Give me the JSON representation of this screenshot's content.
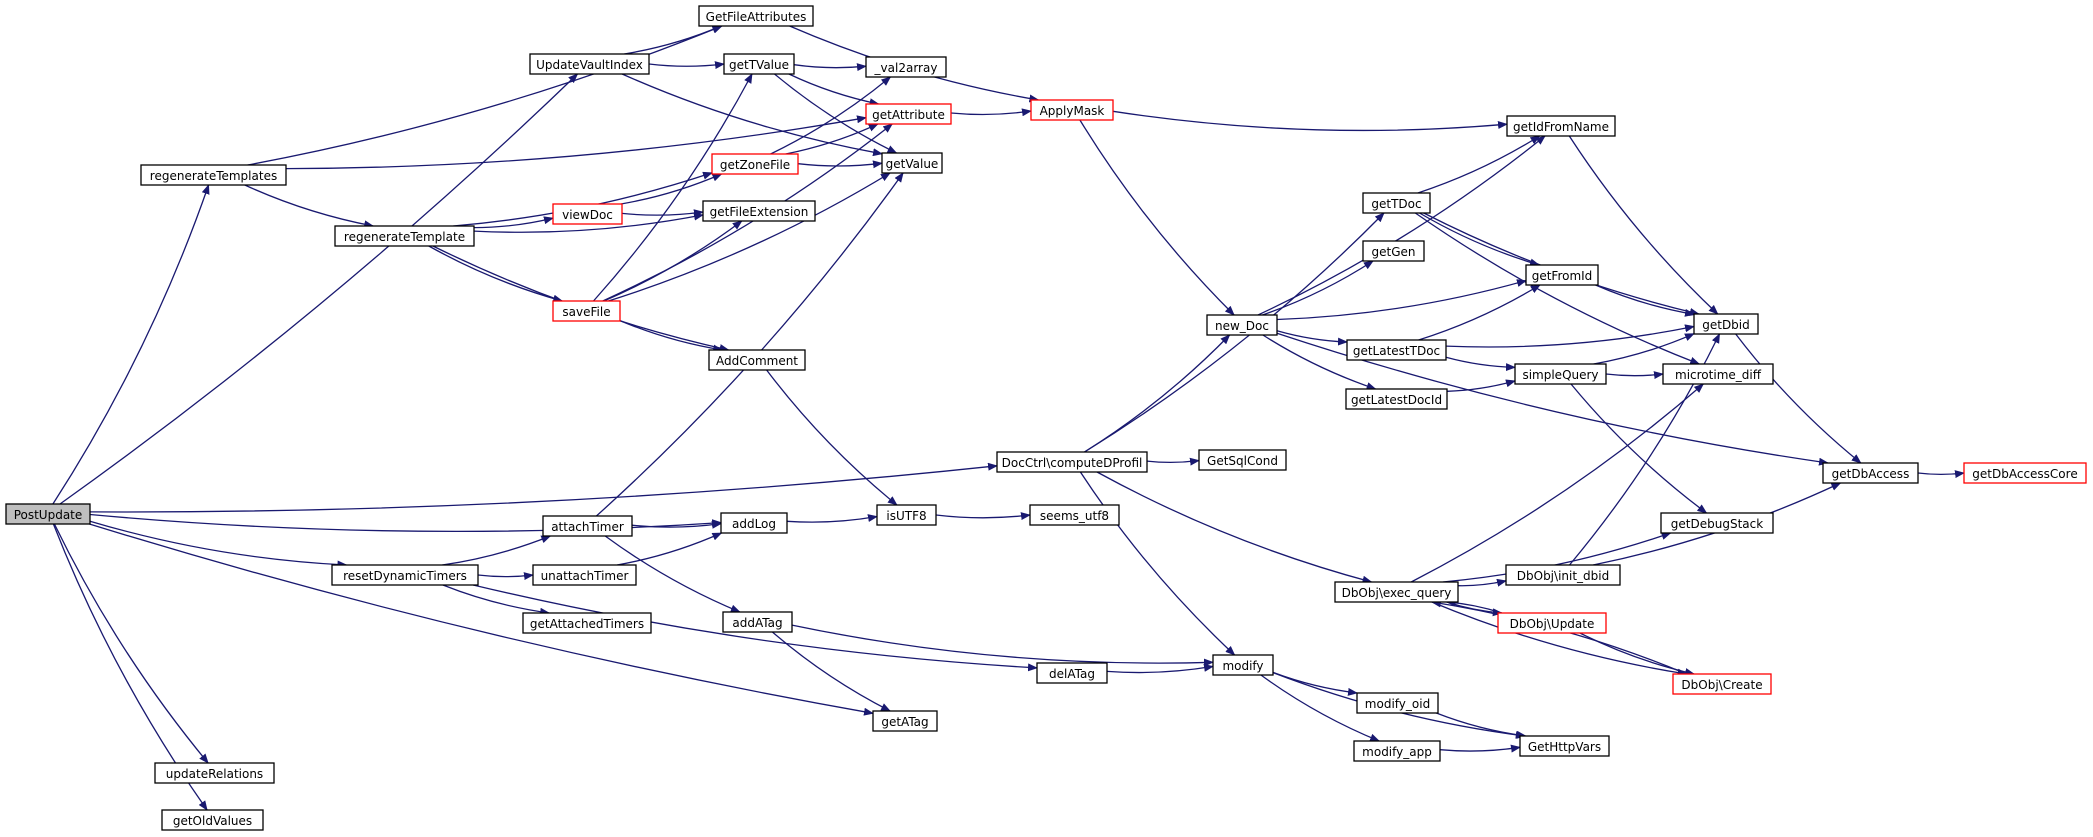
{
  "graph": {
    "colors": {
      "edge": "#191970",
      "node_border": "#000000",
      "truncated_border": "#ff0000",
      "root_fill": "#bfbfbf"
    },
    "nodes": [
      {
        "id": "PostUpdate",
        "label": "PostUpdate",
        "root": true
      },
      {
        "id": "regenerateTemplates",
        "label": "regenerateTemplates"
      },
      {
        "id": "regenerateTemplate",
        "label": "regenerateTemplate"
      },
      {
        "id": "GetFileAttributes",
        "label": "GetFileAttributes"
      },
      {
        "id": "UpdateVaultIndex",
        "label": "UpdateVaultIndex"
      },
      {
        "id": "getTValue",
        "label": "getTValue"
      },
      {
        "id": "_val2array",
        "label": "_val2array"
      },
      {
        "id": "getAttribute",
        "label": "getAttribute",
        "truncated": true
      },
      {
        "id": "getValue",
        "label": "getValue"
      },
      {
        "id": "getZoneFile",
        "label": "getZoneFile",
        "truncated": true
      },
      {
        "id": "viewDoc",
        "label": "viewDoc",
        "truncated": true
      },
      {
        "id": "getFileExtension",
        "label": "getFileExtension"
      },
      {
        "id": "saveFile",
        "label": "saveFile",
        "truncated": true
      },
      {
        "id": "AddComment",
        "label": "AddComment"
      },
      {
        "id": "ApplyMask",
        "label": "ApplyMask",
        "truncated": true
      },
      {
        "id": "getIdFromName",
        "label": "getIdFromName"
      },
      {
        "id": "getTDoc",
        "label": "getTDoc"
      },
      {
        "id": "getGen",
        "label": "getGen"
      },
      {
        "id": "getFromId",
        "label": "getFromId"
      },
      {
        "id": "new_Doc",
        "label": "new_Doc"
      },
      {
        "id": "getDbid",
        "label": "getDbid"
      },
      {
        "id": "getLatestTDoc",
        "label": "getLatestTDoc"
      },
      {
        "id": "simpleQuery",
        "label": "simpleQuery"
      },
      {
        "id": "microtime_diff",
        "label": "microtime_diff"
      },
      {
        "id": "getLatestDocId",
        "label": "getLatestDocId"
      },
      {
        "id": "computeDProfil",
        "label": "DocCtrl\\computeDProfil"
      },
      {
        "id": "GetSqlCond",
        "label": "GetSqlCond"
      },
      {
        "id": "getDbAccess",
        "label": "getDbAccess"
      },
      {
        "id": "getDbAccessCore",
        "label": "getDbAccessCore",
        "truncated": true
      },
      {
        "id": "attachTimer",
        "label": "attachTimer"
      },
      {
        "id": "addLog",
        "label": "addLog"
      },
      {
        "id": "isUTF8",
        "label": "isUTF8"
      },
      {
        "id": "seems_utf8",
        "label": "seems_utf8"
      },
      {
        "id": "getDebugStack",
        "label": "getDebugStack"
      },
      {
        "id": "resetDynamicTimers",
        "label": "resetDynamicTimers"
      },
      {
        "id": "unattachTimer",
        "label": "unattachTimer"
      },
      {
        "id": "exec_query",
        "label": "DbObj\\exec_query"
      },
      {
        "id": "init_dbid",
        "label": "DbObj\\init_dbid"
      },
      {
        "id": "getAttachedTimers",
        "label": "getAttachedTimers"
      },
      {
        "id": "addATag",
        "label": "addATag"
      },
      {
        "id": "DbObjUpdate",
        "label": "DbObj\\Update",
        "truncated": true
      },
      {
        "id": "modify",
        "label": "modify"
      },
      {
        "id": "delATag",
        "label": "delATag"
      },
      {
        "id": "modify_oid",
        "label": "modify_oid"
      },
      {
        "id": "DbObjCreate",
        "label": "DbObj\\Create",
        "truncated": true
      },
      {
        "id": "getATag",
        "label": "getATag"
      },
      {
        "id": "modify_app",
        "label": "modify_app"
      },
      {
        "id": "GetHttpVars",
        "label": "GetHttpVars"
      },
      {
        "id": "updateRelations",
        "label": "updateRelations"
      },
      {
        "id": "getOldValues",
        "label": "getOldValues"
      }
    ],
    "edges": [
      [
        "PostUpdate",
        "regenerateTemplates"
      ],
      [
        "PostUpdate",
        "UpdateVaultIndex"
      ],
      [
        "PostUpdate",
        "computeDProfil"
      ],
      [
        "PostUpdate",
        "addLog"
      ],
      [
        "PostUpdate",
        "resetDynamicTimers"
      ],
      [
        "PostUpdate",
        "getATag"
      ],
      [
        "PostUpdate",
        "updateRelations"
      ],
      [
        "PostUpdate",
        "getOldValues"
      ],
      [
        "regenerateTemplates",
        "GetFileAttributes"
      ],
      [
        "regenerateTemplates",
        "getAttribute"
      ],
      [
        "regenerateTemplates",
        "regenerateTemplate"
      ],
      [
        "regenerateTemplate",
        "getZoneFile"
      ],
      [
        "regenerateTemplate",
        "viewDoc"
      ],
      [
        "regenerateTemplate",
        "getFileExtension"
      ],
      [
        "regenerateTemplate",
        "saveFile"
      ],
      [
        "regenerateTemplate",
        "AddComment"
      ],
      [
        "UpdateVaultIndex",
        "GetFileAttributes"
      ],
      [
        "UpdateVaultIndex",
        "getTValue"
      ],
      [
        "UpdateVaultIndex",
        "getValue"
      ],
      [
        "GetFileAttributes",
        "ApplyMask"
      ],
      [
        "getTValue",
        "_val2array"
      ],
      [
        "getTValue",
        "getAttribute"
      ],
      [
        "getTValue",
        "getValue"
      ],
      [
        "getZoneFile",
        "_val2array"
      ],
      [
        "getZoneFile",
        "getAttribute"
      ],
      [
        "getZoneFile",
        "getValue"
      ],
      [
        "viewDoc",
        "getZoneFile"
      ],
      [
        "viewDoc",
        "getFileExtension"
      ],
      [
        "saveFile",
        "getTValue"
      ],
      [
        "saveFile",
        "getAttribute"
      ],
      [
        "saveFile",
        "getValue"
      ],
      [
        "saveFile",
        "getFileExtension"
      ],
      [
        "saveFile",
        "AddComment"
      ],
      [
        "getAttribute",
        "ApplyMask"
      ],
      [
        "ApplyMask",
        "getIdFromName"
      ],
      [
        "ApplyMask",
        "new_Doc"
      ],
      [
        "AddComment",
        "isUTF8"
      ],
      [
        "computeDProfil",
        "getTDoc"
      ],
      [
        "computeDProfil",
        "new_Doc"
      ],
      [
        "computeDProfil",
        "GetSqlCond"
      ],
      [
        "computeDProfil",
        "exec_query"
      ],
      [
        "computeDProfil",
        "modify"
      ],
      [
        "getTDoc",
        "getIdFromName"
      ],
      [
        "getTDoc",
        "getFromId"
      ],
      [
        "getTDoc",
        "getDbid"
      ],
      [
        "getTDoc",
        "microtime_diff"
      ],
      [
        "new_Doc",
        "getIdFromName"
      ],
      [
        "new_Doc",
        "getGen"
      ],
      [
        "new_Doc",
        "getFromId"
      ],
      [
        "new_Doc",
        "getLatestTDoc"
      ],
      [
        "new_Doc",
        "getLatestDocId"
      ],
      [
        "new_Doc",
        "getDbAccess"
      ],
      [
        "getLatestTDoc",
        "getFromId"
      ],
      [
        "getLatestTDoc",
        "getDbid"
      ],
      [
        "getLatestTDoc",
        "simpleQuery"
      ],
      [
        "getLatestDocId",
        "simpleQuery"
      ],
      [
        "simpleQuery",
        "getDbid"
      ],
      [
        "simpleQuery",
        "microtime_diff"
      ],
      [
        "simpleQuery",
        "getDebugStack"
      ],
      [
        "getFromId",
        "getDbid"
      ],
      [
        "getIdFromName",
        "getDbid"
      ],
      [
        "getDbid",
        "getDbAccess"
      ],
      [
        "getDbAccess",
        "getDbAccessCore"
      ],
      [
        "attachTimer",
        "getValue"
      ],
      [
        "attachTimer",
        "addLog"
      ],
      [
        "attachTimer",
        "addATag"
      ],
      [
        "addLog",
        "isUTF8"
      ],
      [
        "isUTF8",
        "seems_utf8"
      ],
      [
        "resetDynamicTimers",
        "attachTimer"
      ],
      [
        "resetDynamicTimers",
        "unattachTimer"
      ],
      [
        "resetDynamicTimers",
        "getAttachedTimers"
      ],
      [
        "resetDynamicTimers",
        "delATag"
      ],
      [
        "unattachTimer",
        "addLog"
      ],
      [
        "addATag",
        "modify"
      ],
      [
        "addATag",
        "getATag"
      ],
      [
        "delATag",
        "modify"
      ],
      [
        "exec_query",
        "init_dbid"
      ],
      [
        "exec_query",
        "DbObjUpdate"
      ],
      [
        "exec_query",
        "DbObjCreate"
      ],
      [
        "exec_query",
        "getDebugStack"
      ],
      [
        "exec_query",
        "microtime_diff"
      ],
      [
        "init_dbid",
        "getDbid"
      ],
      [
        "init_dbid",
        "getDbAccess"
      ],
      [
        "DbObjUpdate",
        "exec_query"
      ],
      [
        "DbObjUpdate",
        "DbObjCreate"
      ],
      [
        "DbObjCreate",
        "exec_query"
      ],
      [
        "modify",
        "modify_oid"
      ],
      [
        "modify",
        "modify_app"
      ],
      [
        "modify",
        "GetHttpVars"
      ],
      [
        "modify_oid",
        "GetHttpVars"
      ],
      [
        "modify_app",
        "GetHttpVars"
      ]
    ]
  }
}
